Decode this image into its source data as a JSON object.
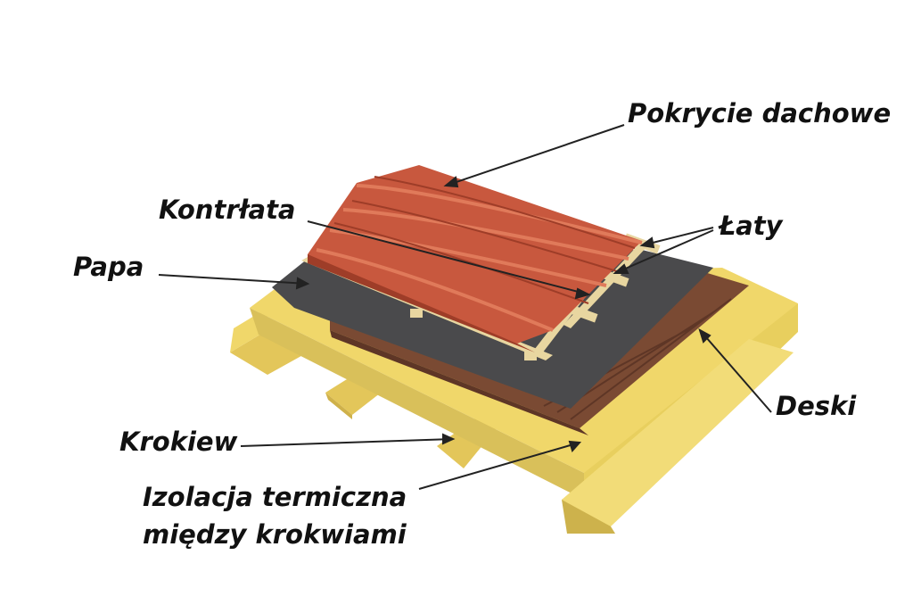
{
  "labels": {
    "roof_covering": "Pokrycie dachowe",
    "counter_batten": "Kontrłata",
    "battens": "Łaty",
    "membrane": "Papa",
    "boards": "Deski",
    "rafter": "Krokiew",
    "insulation_line1": "Izolacja termiczna",
    "insulation_line2": "między krokwiami"
  },
  "colors": {
    "tile": "#c8583e",
    "tile_dark": "#9e3d28",
    "tile_light": "#e07a5a",
    "membrane": "#4a4a4c",
    "boards": "#7a4a33",
    "boards_dark": "#5e3626",
    "wood": "#f0d76a",
    "wood_dark": "#c9ad45",
    "wood_end": "#d9c05a",
    "batten": "#e8d6a0",
    "text": "#111111"
  }
}
